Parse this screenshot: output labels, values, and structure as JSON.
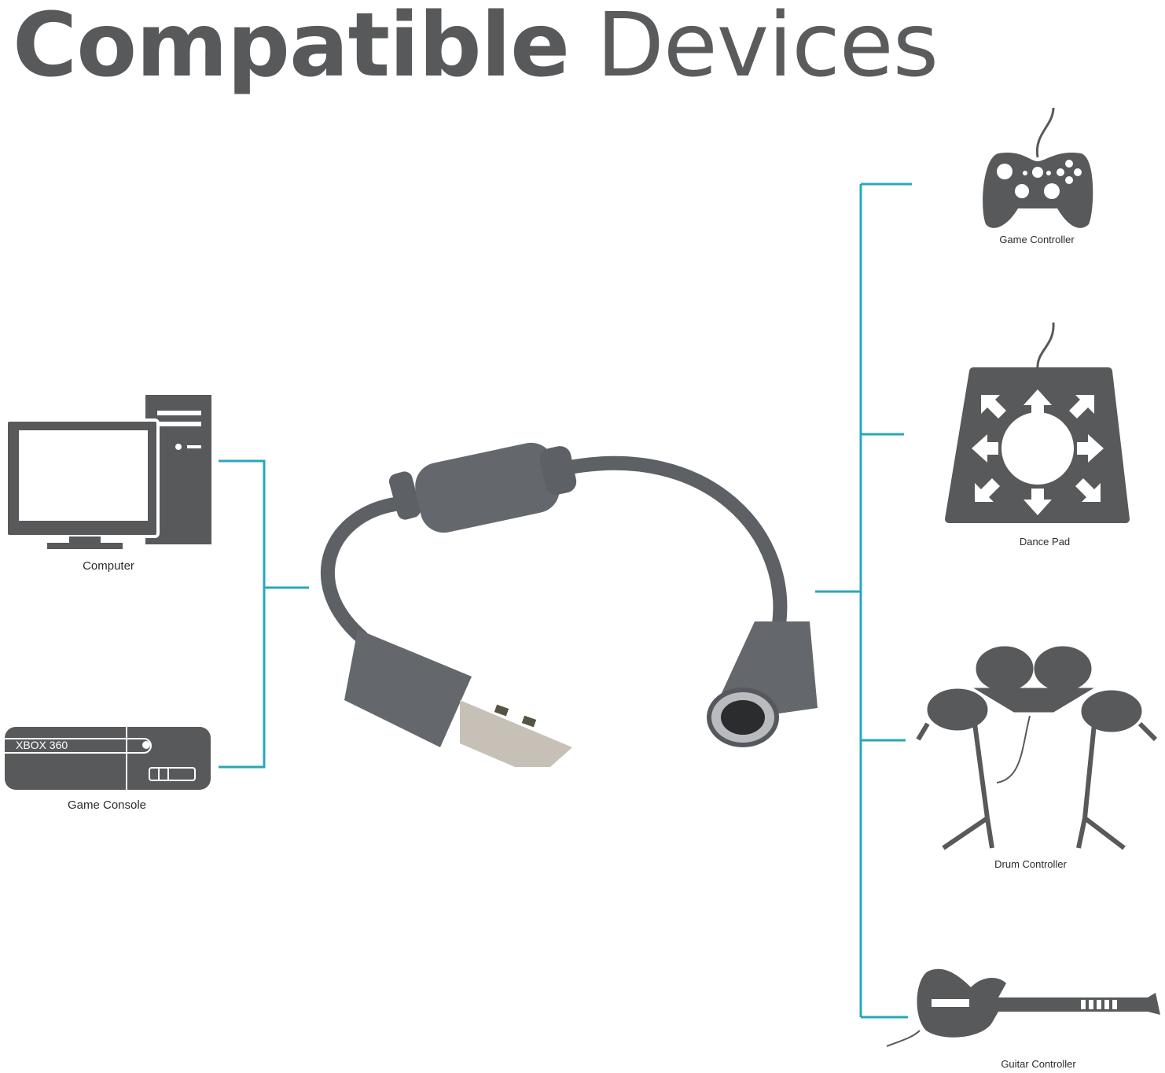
{
  "title": {
    "bold": "Compatible",
    "light": "Devices"
  },
  "left_devices": [
    {
      "label": "Computer",
      "icon": "computer-icon"
    },
    {
      "label": "Game Console",
      "icon": "game-console-icon",
      "console_text": "XBOX 360"
    }
  ],
  "right_devices": [
    {
      "label": "Game Controller",
      "icon": "game-controller-icon"
    },
    {
      "label": "Dance Pad",
      "icon": "dance-pad-icon"
    },
    {
      "label": "Drum Controller",
      "icon": "drum-controller-icon"
    },
    {
      "label": "Guitar Controller",
      "icon": "guitar-controller-icon"
    }
  ],
  "colors": {
    "connector": "#2aa7b8",
    "icon": "#58595b",
    "cable": "#5d6166"
  }
}
